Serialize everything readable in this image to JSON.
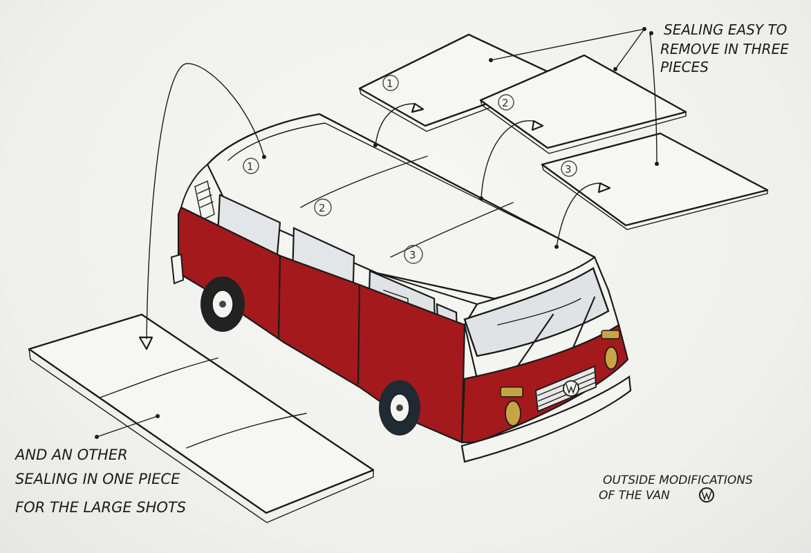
{
  "labels": {
    "top_right": [
      "SEALING EASY TO",
      "REMOVE IN THREE",
      "PIECES"
    ],
    "bottom_left": [
      "AND AN OTHER",
      "SEALING IN ONE PIECE",
      "FOR THE LARGE SHOTS"
    ],
    "bottom_right": [
      "OUTSIDE MODIFICATIONS",
      "OF THE VAN"
    ]
  },
  "panel_numbers": [
    "1",
    "2",
    "3"
  ],
  "roof_numbers": [
    "1",
    "2",
    "3"
  ],
  "colors": {
    "van_red": "#a3191c",
    "van_white": "#f4f4f1",
    "ink": "#1a1a1a",
    "headlight": "#c9a443",
    "window": "#dfe3e6"
  },
  "icons": [
    "vw-logo-icon",
    "arrow-head-icon",
    "leader-dot-icon"
  ]
}
